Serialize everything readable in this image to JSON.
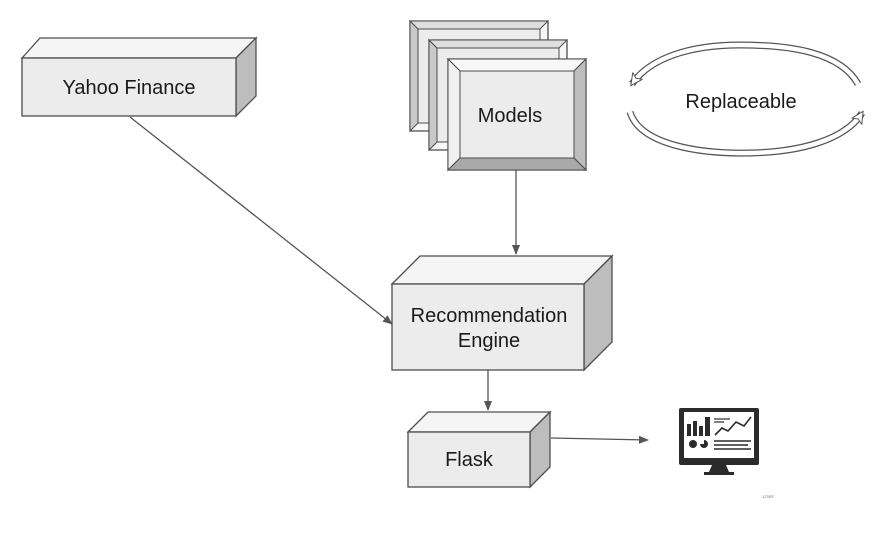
{
  "nodes": {
    "yahoo_finance": {
      "label": "Yahoo Finance"
    },
    "models": {
      "label": "Models"
    },
    "recommendation_engine": {
      "label_line1": "Recommendation",
      "label_line2": "Engine"
    },
    "flask": {
      "label": "Flask"
    },
    "replaceable": {
      "label": "Replaceable"
    },
    "dashboard": {
      "caption": "123RF"
    }
  },
  "edges": [
    {
      "from": "yahoo_finance",
      "to": "recommendation_engine"
    },
    {
      "from": "models",
      "to": "recommendation_engine"
    },
    {
      "from": "recommendation_engine",
      "to": "flask"
    },
    {
      "from": "flask",
      "to": "dashboard"
    }
  ],
  "colors": {
    "box_front": "#ececec",
    "box_top": "#f5f5f5",
    "box_side": "#bdbdbd",
    "outline": "#4d4d4d",
    "arrow": "#555555",
    "monitor_frame": "#2b2b2b",
    "monitor_screen": "#ffffff"
  }
}
